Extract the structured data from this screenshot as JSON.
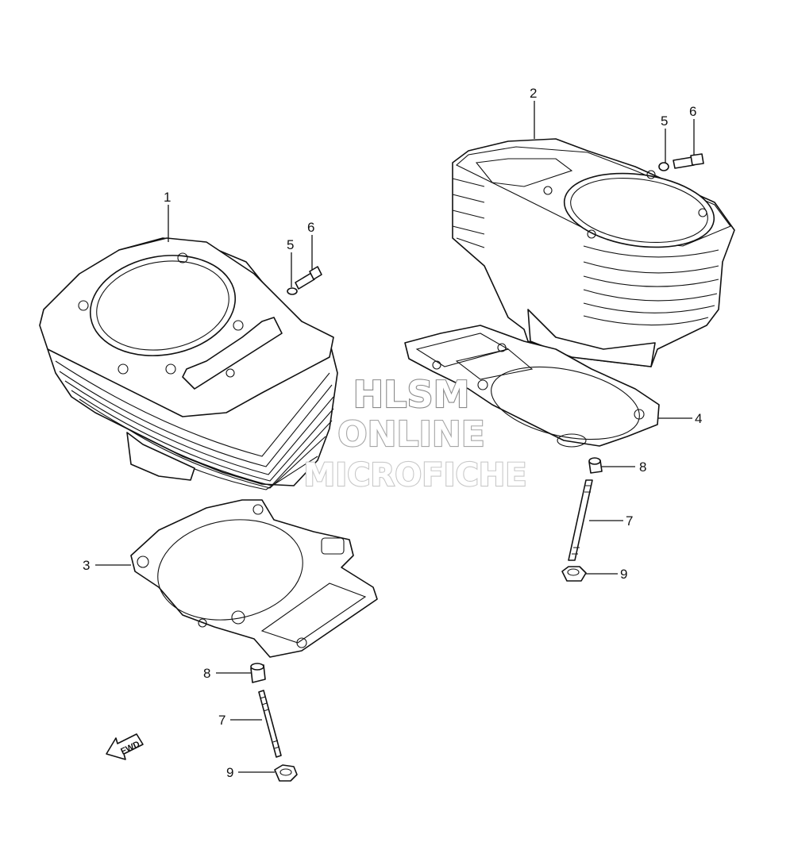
{
  "callouts": {
    "c1": "1",
    "c2": "2",
    "c3": "3",
    "c4": "4",
    "c5a": "5",
    "c5b": "5",
    "c6a": "6",
    "c6b": "6",
    "c7a": "7",
    "c7b": "7",
    "c8a": "8",
    "c8b": "8",
    "c9a": "9",
    "c9b": "9"
  },
  "watermark": {
    "line1": "HLSM",
    "line2": "ONLINE",
    "line3": "MICROFICHE"
  },
  "fwd_label": "FWD"
}
